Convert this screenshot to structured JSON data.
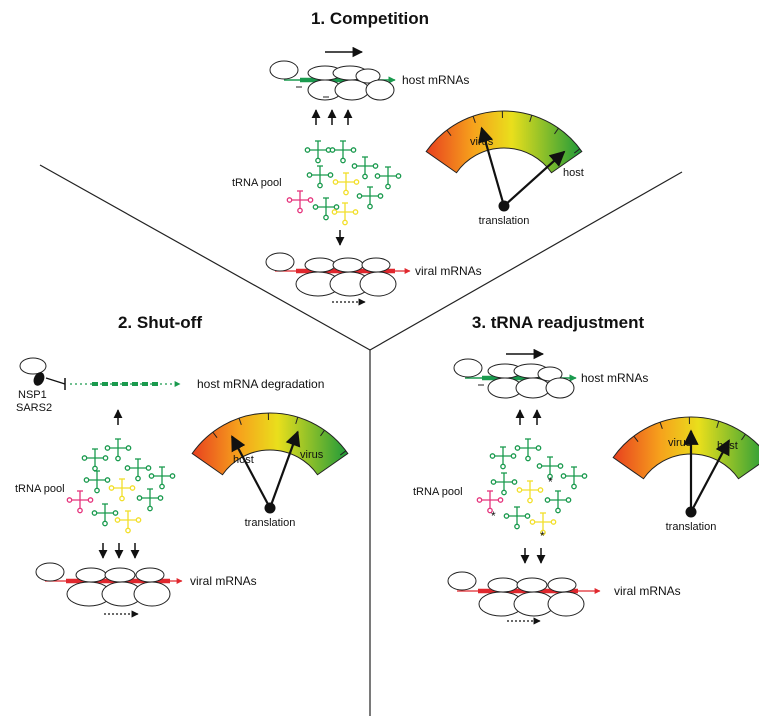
{
  "colors": {
    "host_mrna": "#1a9a4e",
    "viral_mrna": "#e0282e",
    "trna_green": "#1a9a4e",
    "trna_yellow": "#f2df2a",
    "trna_pink": "#e5337c",
    "gauge_red": "#e8401f",
    "gauge_orange": "#f6a11c",
    "gauge_yellow": "#e9df1c",
    "gauge_green": "#1f9a3a"
  },
  "panels": {
    "competition": {
      "title": "1. Competition",
      "host_mrna_label": "host mRNAs",
      "trna_pool_label": "tRNA pool",
      "viral_mrna_label": "viral mRNAs",
      "gauge": {
        "left_label": "virus",
        "right_label": "host",
        "center_label": "translation"
      }
    },
    "shutoff": {
      "title": "2. Shut-off",
      "nsp1_label": "NSP1",
      "sars2_label": "SARS2",
      "degradation_label": "host mRNA degradation",
      "trna_pool_label": "tRNA pool",
      "viral_mrna_label": "viral mRNAs",
      "gauge": {
        "left_label": "host",
        "right_label": "virus",
        "center_label": "translation"
      }
    },
    "readjustment": {
      "title": "3. tRNA readjustment",
      "host_mrna_label": "host mRNAs",
      "trna_pool_label": "tRNA pool",
      "viral_mrna_label": "viral mRNAs",
      "modification_mark": "*",
      "gauge": {
        "left_label": "virus",
        "right_label": "host",
        "center_label": "translation"
      }
    }
  }
}
